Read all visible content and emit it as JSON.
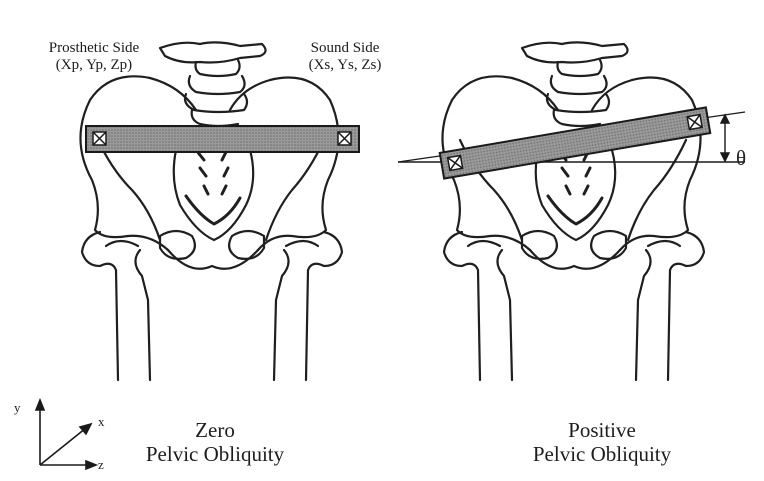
{
  "labels": {
    "prosthetic_side": "Prosthetic Side",
    "prosthetic_coords": "(Xp, Yp, Zp)",
    "sound_side": "Sound Side",
    "sound_coords": "(Xs, Ys, Zs)",
    "theta": "θ",
    "left_caption_line1": "Zero",
    "left_caption_line2": "Pelvic Obliquity",
    "right_caption_line1": "Positive",
    "right_caption_line2": "Pelvic Obliquity",
    "axis_y": "y",
    "axis_x": "x",
    "axis_z": "z"
  }
}
